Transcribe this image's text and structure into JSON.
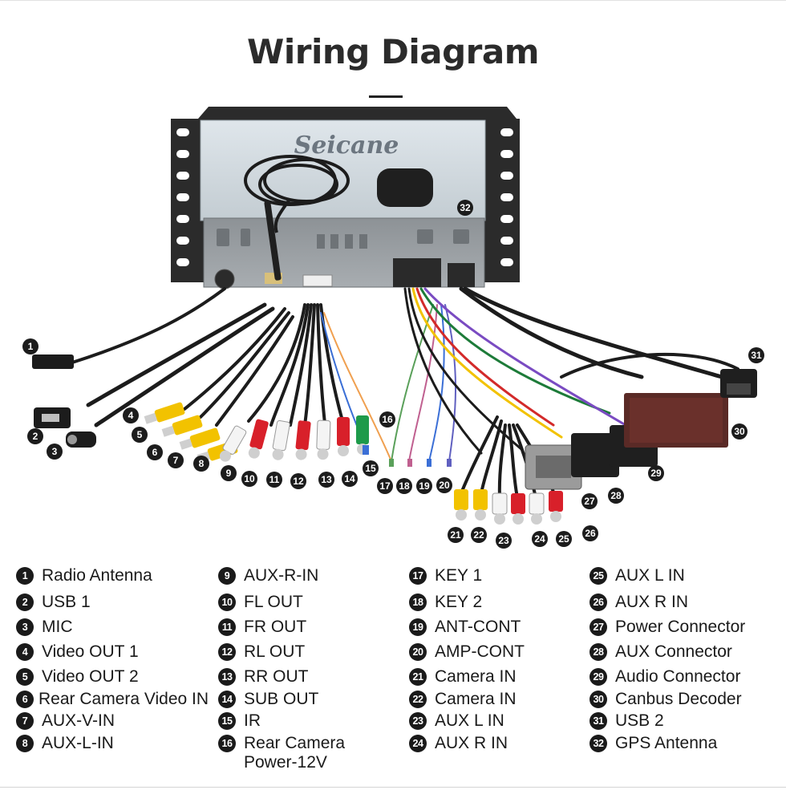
{
  "title": "Wiring Diagram",
  "brand": "Seicane",
  "callouts": [
    "1",
    "2",
    "3",
    "4",
    "5",
    "6",
    "7",
    "8",
    "9",
    "10",
    "11",
    "12",
    "13",
    "14",
    "15",
    "16",
    "17",
    "18",
    "19",
    "20",
    "21",
    "22",
    "23",
    "24",
    "25",
    "26",
    "27",
    "28",
    "29",
    "30",
    "31",
    "32"
  ],
  "legend": [
    {
      "num": "1",
      "label": "Radio Antenna"
    },
    {
      "num": "2",
      "label": "USB 1"
    },
    {
      "num": "3",
      "label": "MIC"
    },
    {
      "num": "4",
      "label": "Video OUT 1"
    },
    {
      "num": "5",
      "label": "Video OUT 2"
    },
    {
      "num": "6",
      "label": "Rear Camera Video IN"
    },
    {
      "num": "7",
      "label": "AUX-V-IN"
    },
    {
      "num": "8",
      "label": "AUX-L-IN"
    },
    {
      "num": "9",
      "label": "AUX-R-IN"
    },
    {
      "num": "10",
      "label": "FL OUT"
    },
    {
      "num": "11",
      "label": "FR OUT"
    },
    {
      "num": "12",
      "label": "RL OUT"
    },
    {
      "num": "13",
      "label": "RR OUT"
    },
    {
      "num": "14",
      "label": "SUB OUT"
    },
    {
      "num": "15",
      "label": "IR"
    },
    {
      "num": "16",
      "label": "Rear Camera Power-12V"
    },
    {
      "num": "17",
      "label": "KEY 1"
    },
    {
      "num": "18",
      "label": "KEY 2"
    },
    {
      "num": "19",
      "label": "ANT-CONT"
    },
    {
      "num": "20",
      "label": "AMP-CONT"
    },
    {
      "num": "21",
      "label": "Camera IN"
    },
    {
      "num": "22",
      "label": "Camera IN"
    },
    {
      "num": "23",
      "label": "AUX L IN"
    },
    {
      "num": "24",
      "label": "AUX R IN"
    },
    {
      "num": "25",
      "label": "AUX L IN"
    },
    {
      "num": "26",
      "label": "AUX R IN"
    },
    {
      "num": "27",
      "label": "Power Connector"
    },
    {
      "num": "28",
      "label": "AUX Connector"
    },
    {
      "num": "29",
      "label": "Audio Connector"
    },
    {
      "num": "30",
      "label": "Canbus Decoder"
    },
    {
      "num": "31",
      "label": "USB 2"
    },
    {
      "num": "32",
      "label": "GPS Antenna"
    }
  ],
  "colors": {
    "rca_yellow": "#f2c200",
    "rca_red": "#d8202a",
    "rca_white": "#f4f4f4",
    "rca_green": "#1e9a4a",
    "cable_black": "#1c1c1c",
    "canbus_box": "#5a2a26"
  }
}
